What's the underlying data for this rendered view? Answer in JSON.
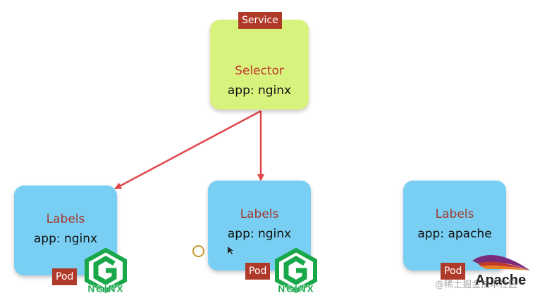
{
  "service": {
    "tag": "Service",
    "heading": "Selector",
    "selector": "app: nginx"
  },
  "pods": [
    {
      "tag": "Pod",
      "heading": "Labels",
      "label": "app: nginx",
      "logo": "nginx-logo",
      "logo_text": "NGINX"
    },
    {
      "tag": "Pod",
      "heading": "Labels",
      "label": "app: nginx",
      "logo": "nginx-logo",
      "logo_text": "NGINX"
    },
    {
      "tag": "Pod",
      "heading": "Labels",
      "label": "app: apache",
      "logo": "apache-feather-logo",
      "logo_text": "Apache"
    }
  ],
  "watermark": "@稀土掘金技术社区",
  "colors": {
    "service_fill": "#d8f27e",
    "pod_fill": "#79cff3",
    "tag_fill": "#b03a2a",
    "arrow": "#e0474c",
    "heading_text": "#c0392b",
    "nginx_green": "#18a84a"
  }
}
